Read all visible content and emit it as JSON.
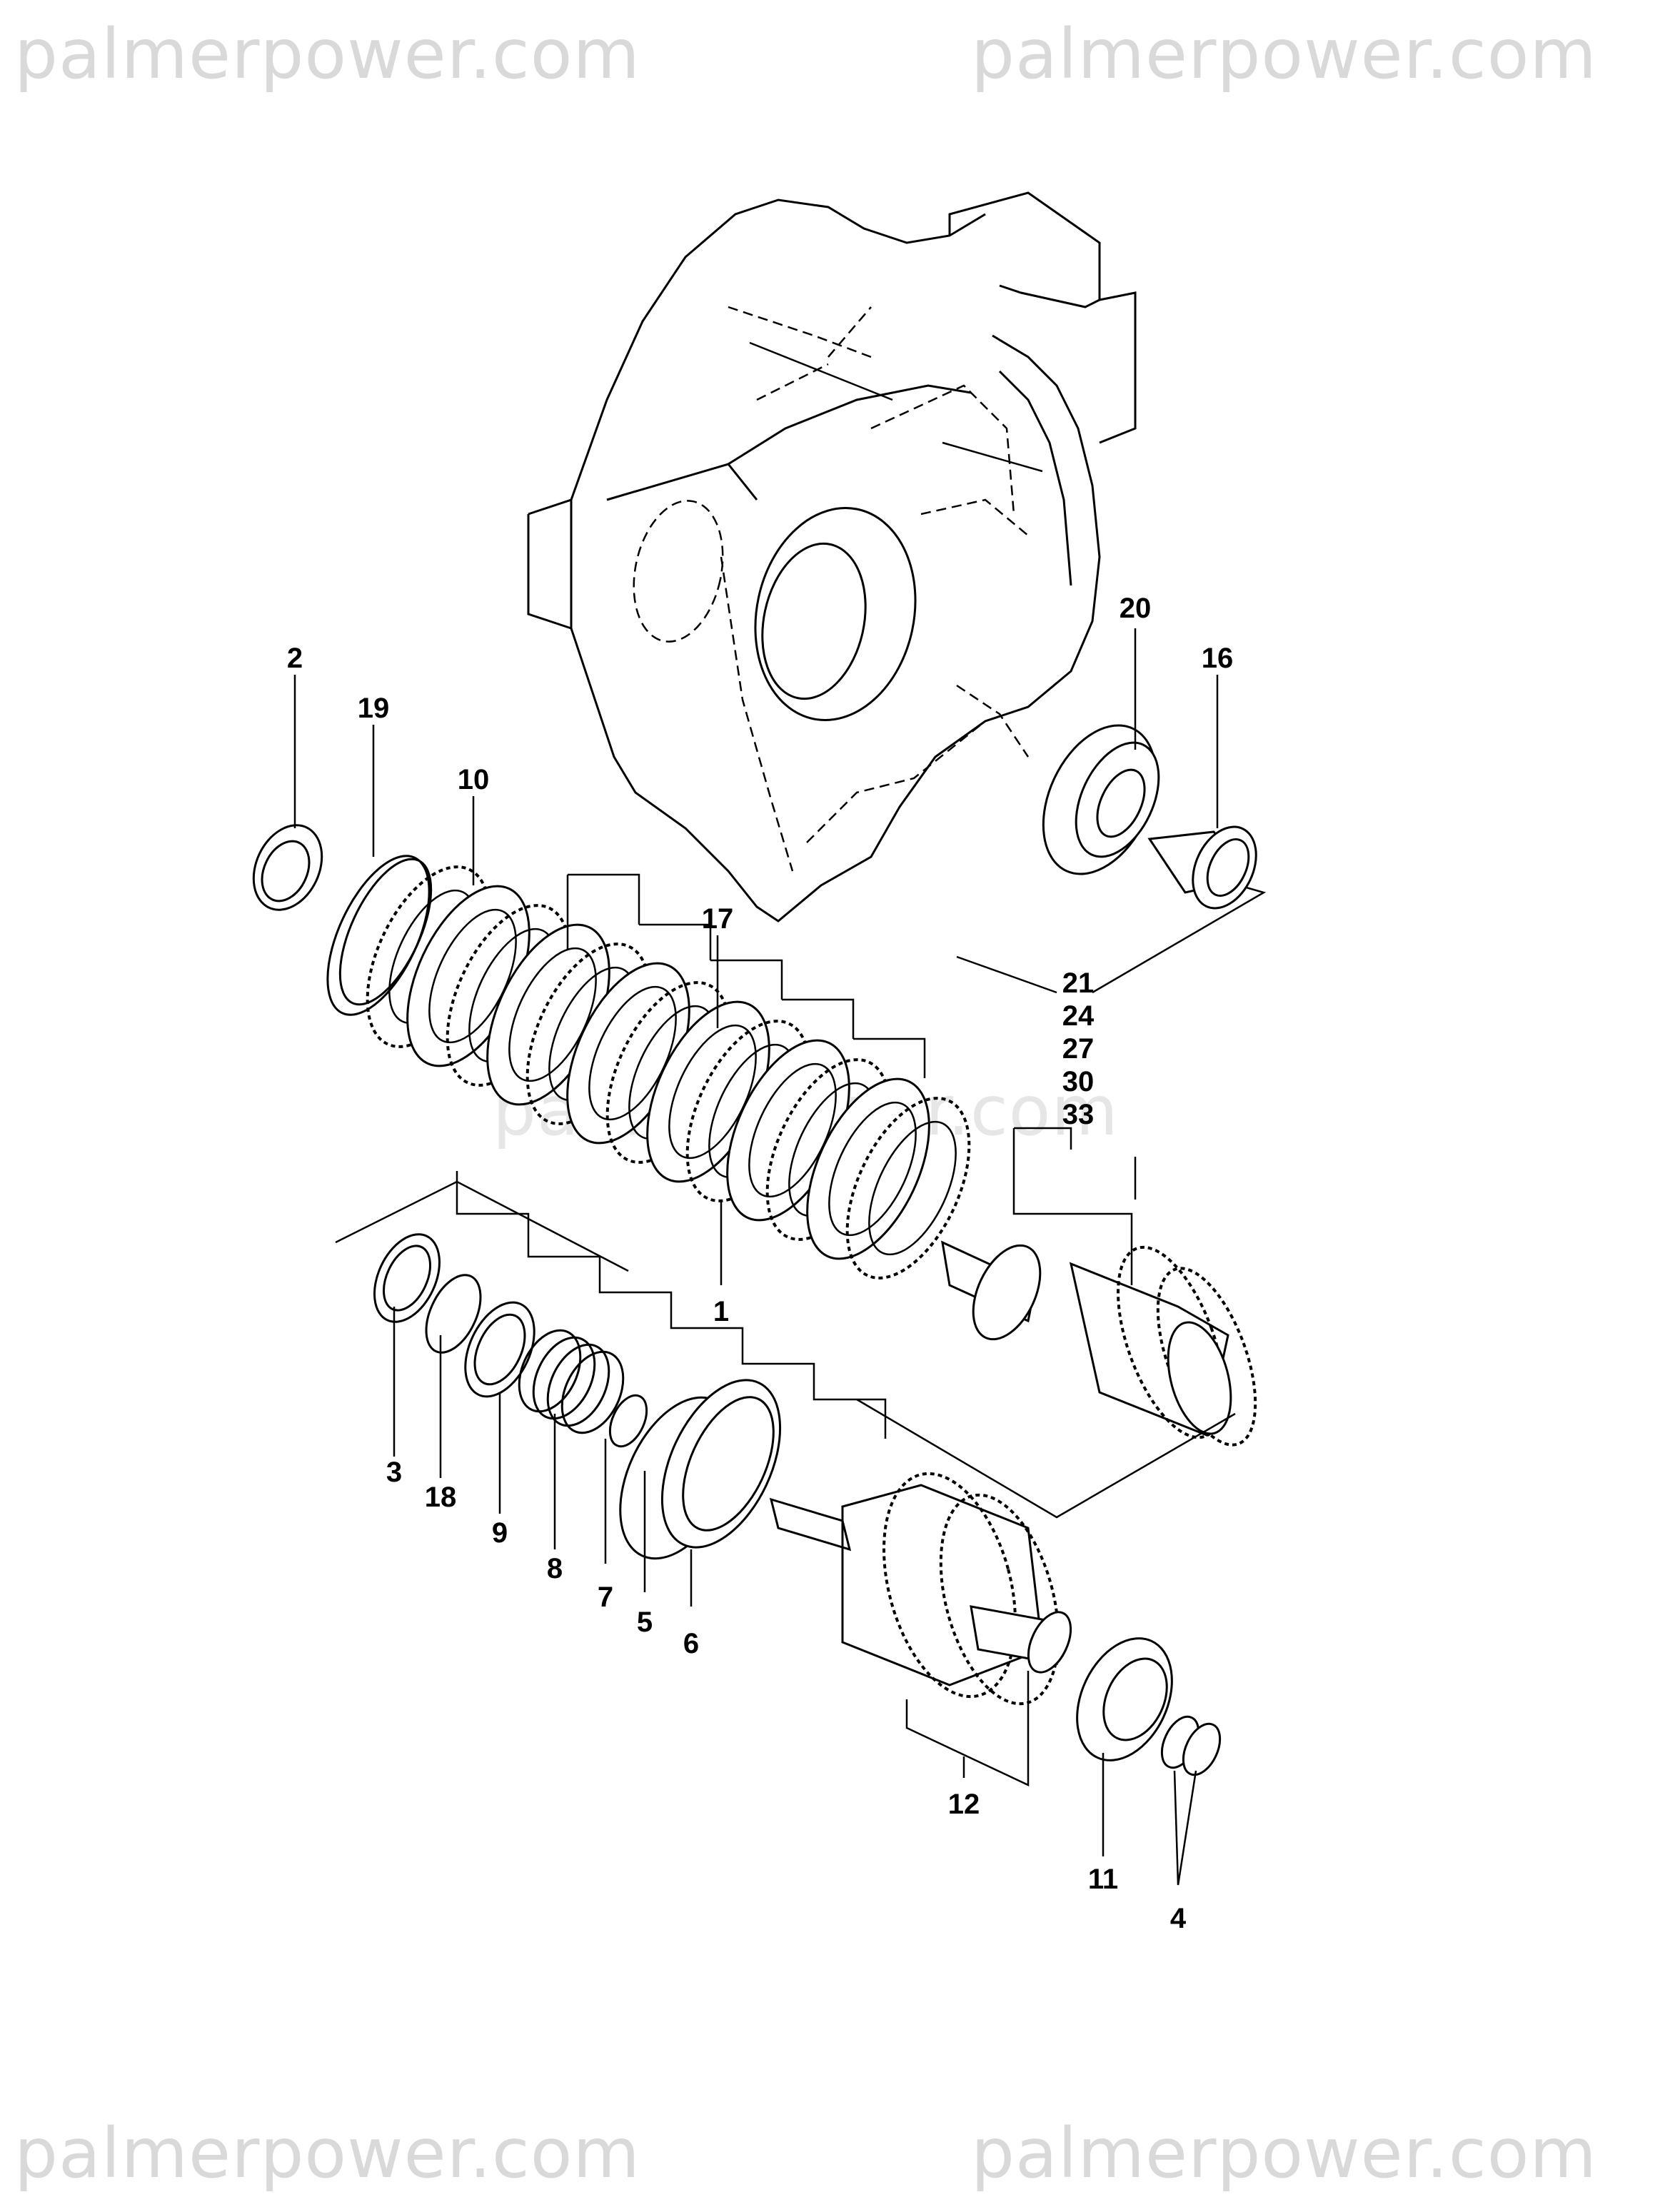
{
  "watermark": {
    "text": "palmerpower.com"
  },
  "callouts": {
    "c1": "1",
    "c2": "2",
    "c3": "3",
    "c4": "4",
    "c5": "5",
    "c6": "6",
    "c7": "7",
    "c8": "8",
    "c9": "9",
    "c10": "10",
    "c11": "11",
    "c12": "12",
    "c16": "16",
    "c17": "17",
    "c18": "18",
    "c19": "19",
    "c20": "20",
    "c21": "21",
    "c24": "24",
    "c27": "27",
    "c30": "30",
    "c33": "33"
  }
}
